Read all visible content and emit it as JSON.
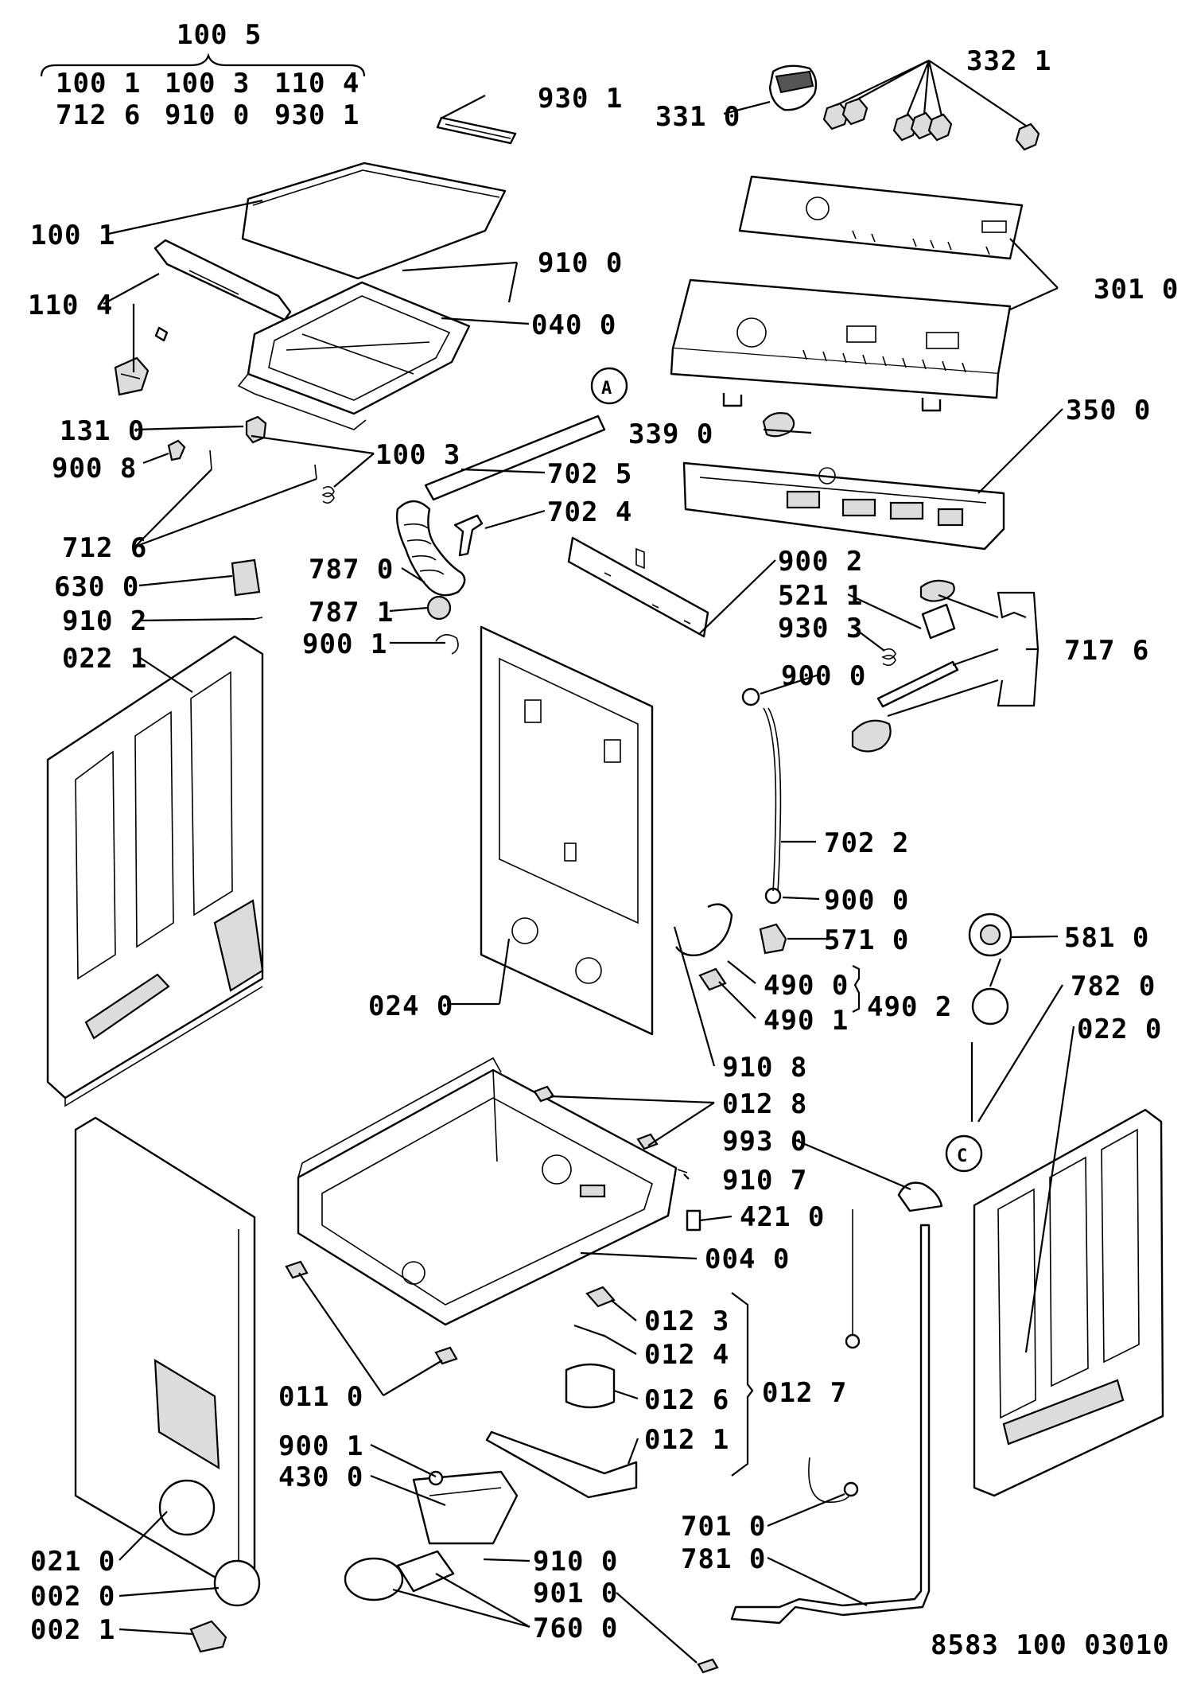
{
  "labels": {
    "l_1005": "100 5",
    "l_1001a": "100 1",
    "l_1003a": "100 3",
    "l_1104a": "110 4",
    "l_7126a": "712 6",
    "l_9100a": "910 0",
    "l_9301a": "930 1",
    "l_9301b": "930 1",
    "l_3310": "331 0",
    "l_3321": "332 1",
    "l_1001b": "100 1",
    "l_9100b": "910 0",
    "l_3010": "301 0",
    "l_1104b": "110 4",
    "l_0400": "040 0",
    "l_1310": "131 0",
    "l_3390": "339 0",
    "l_3500": "350 0",
    "l_9008": "900 8",
    "l_1003b": "100 3",
    "l_7025": "702 5",
    "l_7024": "702 4",
    "l_7126b": "712 6",
    "l_7870": "787 0",
    "l_9002": "900 2",
    "l_6300": "630 0",
    "l_5211": "521 1",
    "l_9102": "910 2",
    "l_7871": "787 1",
    "l_9303": "930 3",
    "l_7176": "717 6",
    "l_9001a": "900 1",
    "l_0221": "022 1",
    "l_9000a": "900 0",
    "l_7022": "702 2",
    "l_9000b": "900 0",
    "l_5710": "571 0",
    "l_5810": "581 0",
    "l_4900": "490 0",
    "l_4902": "490 2",
    "l_0240": "024 0",
    "l_4901": "490 1",
    "l_7820": "782 0",
    "l_0220": "022 0",
    "l_9108": "910 8",
    "l_0128": "012 8",
    "l_9930": "993 0",
    "l_9107": "910 7",
    "l_4210": "421 0",
    "l_0040": "004 0",
    "l_0123": "012 3",
    "l_0124": "012 4",
    "l_0110": "011 0",
    "l_0126": "012 6",
    "l_0127": "012 7",
    "l_9001b": "900 1",
    "l_0121": "012 1",
    "l_4300": "430 0",
    "l_7010": "701 0",
    "l_0210": "021 0",
    "l_9100c": "910 0",
    "l_7810": "781 0",
    "l_0020": "002 0",
    "l_9010": "901 0",
    "l_0021": "002 1",
    "l_7600": "760 0",
    "l_doc": "8583 100 03010",
    "callout_a": "A",
    "callout_c": "C"
  }
}
